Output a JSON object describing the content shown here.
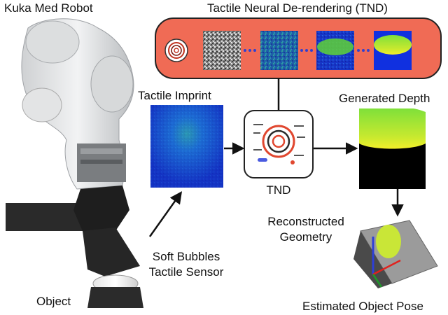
{
  "labels": {
    "robot": "Kuka Med Robot",
    "tnd_title": "Tactile Neural De-rendering (TND)",
    "tactile_imprint": "Tactile Imprint",
    "generated_depth": "Generated Depth",
    "tnd": "TND",
    "reconstructed_line1": "Reconstructed",
    "reconstructed_line2": "Geometry",
    "soft_line1": "Soft Bubbles",
    "soft_line2": "Tactile Sensor",
    "object": "Object",
    "estimated_pose": "Estimated Object Pose"
  },
  "colors": {
    "tnd_panel": "#f06b55",
    "panel_border": "#222222",
    "imprint_blue": "#1a4fd6",
    "depth_green": "#7fe03a",
    "depth_yellow": "#f2ef2a",
    "pose_x": "#e0221e",
    "pose_y": "#1f9a2a",
    "pose_z": "#2d3fd8"
  },
  "icons": [
    "fingerprint-icon",
    "circuit-fingerprint-icon",
    "coordinate-axes-icon"
  ]
}
